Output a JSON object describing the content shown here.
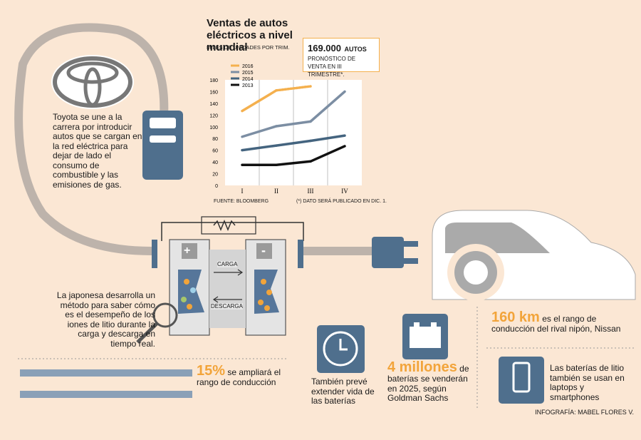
{
  "chart_data": {
    "type": "line",
    "title": "Ventas de autos eléctricos a nivel  mundial",
    "units_label": "MILES DE UNIDADES POR TRIM.",
    "categories": [
      "I",
      "II",
      "III",
      "IV"
    ],
    "y_ticks": [
      "0",
      "20",
      "40",
      "60",
      "80",
      "100",
      "120",
      "140",
      "160",
      "180"
    ],
    "ylim": [
      0,
      180
    ],
    "grid": "vertical",
    "legend_position": "top-left",
    "series": [
      {
        "name": "2016",
        "values": [
          127,
          162,
          169,
          null
        ],
        "color": "#f4b04e"
      },
      {
        "name": "2015",
        "values": [
          83,
          101,
          109,
          160
        ],
        "color": "#7c8ea3"
      },
      {
        "name": "2014",
        "values": [
          60,
          68,
          76,
          85
        ],
        "color": "#44647f"
      },
      {
        "name": "2013",
        "values": [
          35,
          35,
          41,
          67
        ],
        "color": "#111111"
      }
    ],
    "callout": {
      "number": "169.000",
      "unit": "AUTOS",
      "text": "PRONÓSTICO DE VENTA EN III TRIMESTRE*."
    },
    "source": "FUENTE: BLOOMBERG",
    "footnote": "(*) DATO SERÁ PUBLICADO EN DIC. 1."
  },
  "toyota_text": "Toyota se une a la carrera por introducir autos que se cargan en la red eléctrica para dejar de lado el consumo de combustible y las emisiones de gas.",
  "battery": {
    "plus": "+",
    "minus": "-",
    "carga": "CARGA",
    "descarga": "DESCARGA"
  },
  "lithium_text": "La japonesa desarrolla un método para saber cómo es el desempeño de los iones de litio durante la carga y descarga en tiempo real.",
  "stat_range": {
    "value": "15%",
    "text": "se ampliará el rango de conducción"
  },
  "battery_life_text": "También prevé extender vida de las baterías",
  "stat_batteries": {
    "value": "4 millones",
    "text": "de baterías se venderán en 2025, según Goldman Sachs"
  },
  "stat_nissan": {
    "value": "160 km",
    "text": "es el rango de conducción del rival nipón, Nissan"
  },
  "laptops_text": "Las baterías de litio también se usan en laptops y smartphones",
  "credit": "INFOGRAFÍA: MABEL FLORES V.",
  "colors": {
    "background": "#fbe7d4",
    "cable": "#bdb3ab",
    "steel": "#4f6f8d",
    "accent": "#f2a43a",
    "car": "#ffffff"
  }
}
